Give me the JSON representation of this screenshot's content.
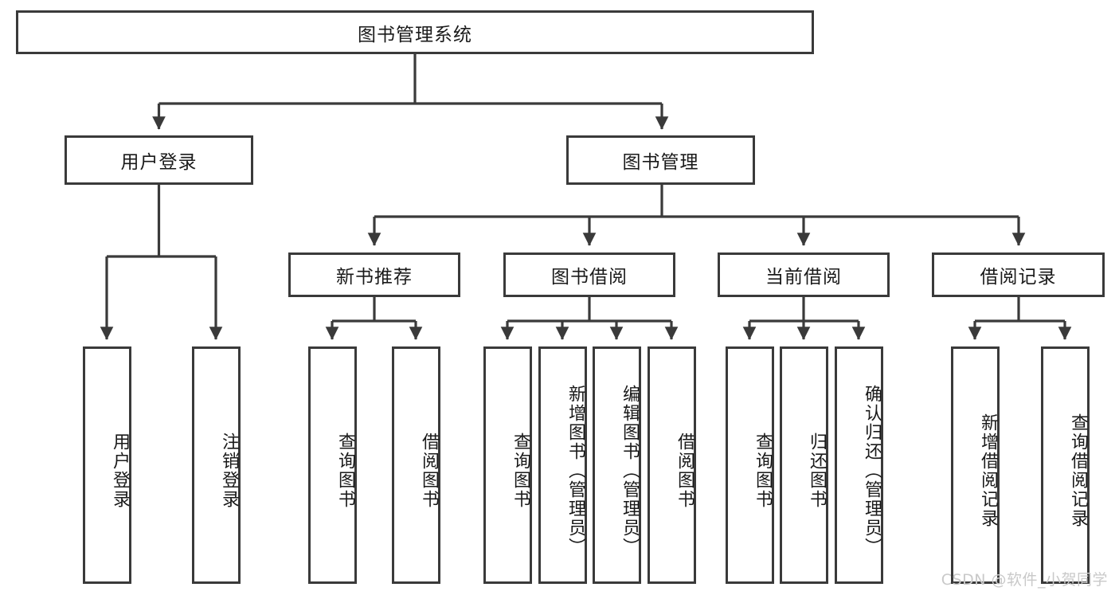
{
  "diagram": {
    "type": "tree-hierarchy-diagram",
    "title": "图书管理系统",
    "line_color": "#3a3a3a",
    "box_fill": "#ffffff",
    "text_color": "#1a1a1a",
    "watermark": "CSDN @软件_小贺同学",
    "watermark_color": "#c9c9c9",
    "root": {
      "label": "图书管理系统",
      "level": 1
    },
    "level2": [
      {
        "label": "用户登录"
      },
      {
        "label": "图书管理"
      }
    ],
    "level3": [
      {
        "label": "新书推荐"
      },
      {
        "label": "图书借阅"
      },
      {
        "label": "当前借阅"
      },
      {
        "label": "借阅记录"
      }
    ],
    "leaves": {
      "user_login": [
        {
          "label": "用户登录"
        },
        {
          "label": "注销登录"
        }
      ],
      "new_book": [
        {
          "label": "查询图书"
        },
        {
          "label": "借阅图书"
        }
      ],
      "book_borrow": [
        {
          "label": "查询图书"
        },
        {
          "label": "新增图书（管理员）"
        },
        {
          "label": "编辑图书（管理员）"
        },
        {
          "label": "借阅图书"
        }
      ],
      "current_borrow": [
        {
          "label": "查询图书"
        },
        {
          "label": "归还图书"
        },
        {
          "label": "确认归还（管理员）"
        }
      ],
      "borrow_record": [
        {
          "label": "新增借阅记录"
        },
        {
          "label": "查询借阅记录"
        }
      ]
    }
  }
}
